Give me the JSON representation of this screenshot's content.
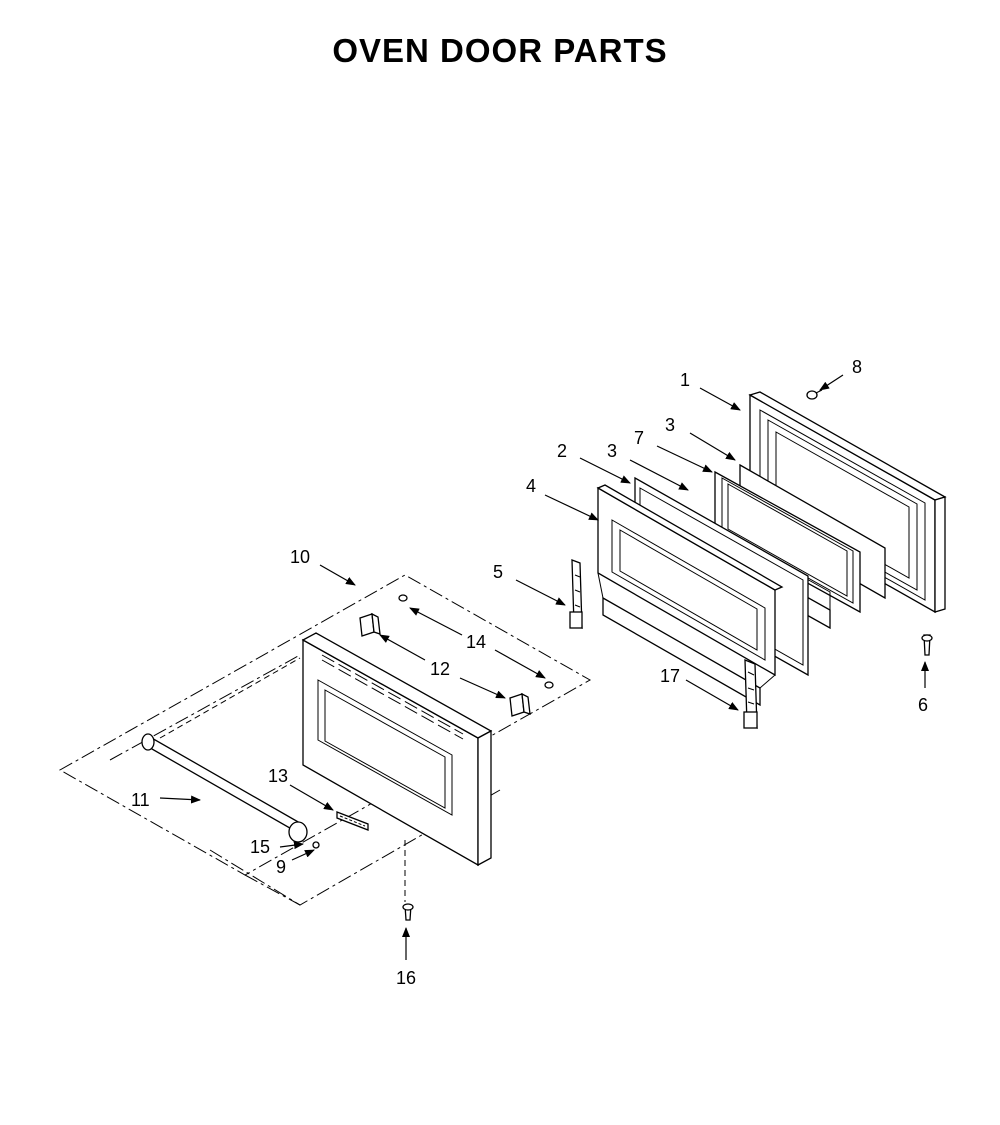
{
  "title": "OVEN DOOR PARTS",
  "callouts": [
    "1",
    "2",
    "3",
    "3",
    "4",
    "5",
    "6",
    "7",
    "8",
    "9",
    "10",
    "11",
    "12",
    "13",
    "14",
    "15",
    "16",
    "17"
  ]
}
